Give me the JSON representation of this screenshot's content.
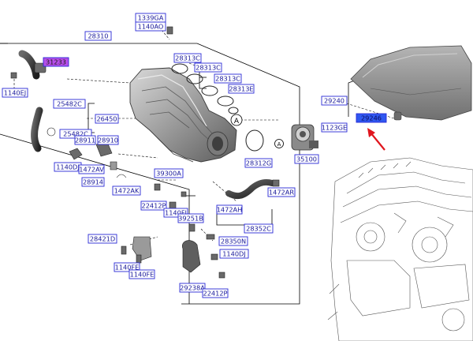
{
  "diagram": {
    "parts": [
      {
        "key": "1339ga",
        "label": "1339GA"
      },
      {
        "key": "1140ao",
        "label": "1140AO"
      },
      {
        "key": "28310",
        "label": "28310"
      },
      {
        "key": "31233",
        "label": "31233"
      },
      {
        "key": "1140ej",
        "label": "1140EJ"
      },
      {
        "key": "25482c-top",
        "label": "25482C"
      },
      {
        "key": "26450",
        "label": "26450"
      },
      {
        "key": "25482c-bottom",
        "label": "25482C"
      },
      {
        "key": "28313c-1",
        "label": "28313C"
      },
      {
        "key": "28313c-2",
        "label": "28313C"
      },
      {
        "key": "28313c-3",
        "label": "28313C"
      },
      {
        "key": "28313e",
        "label": "28313E"
      },
      {
        "key": "29240",
        "label": "29240"
      },
      {
        "key": "29246",
        "label": "29246"
      },
      {
        "key": "1123ge",
        "label": "1123GE"
      },
      {
        "key": "28911",
        "label": "28911"
      },
      {
        "key": "28910",
        "label": "28910"
      },
      {
        "key": "1140dj-left",
        "label": "1140DJ"
      },
      {
        "key": "1472av",
        "label": "1472AV"
      },
      {
        "key": "28914",
        "label": "28914"
      },
      {
        "key": "1472ak",
        "label": "1472AK"
      },
      {
        "key": "28312g",
        "label": "28312G"
      },
      {
        "key": "35100",
        "label": "35100"
      },
      {
        "key": "39300a",
        "label": "39300A"
      },
      {
        "key": "22412p-left",
        "label": "22412P"
      },
      {
        "key": "1140fj",
        "label": "1140FJ"
      },
      {
        "key": "39251b",
        "label": "39251B"
      },
      {
        "key": "1472ah",
        "label": "1472AH"
      },
      {
        "key": "1472ar",
        "label": "1472AR"
      },
      {
        "key": "28352c",
        "label": "28352C"
      },
      {
        "key": "28421d",
        "label": "28421D"
      },
      {
        "key": "28350n",
        "label": "28350N"
      },
      {
        "key": "1140dj-right",
        "label": "1140DJ"
      },
      {
        "key": "1140fe-1",
        "label": "1140FE"
      },
      {
        "key": "1140fe-2",
        "label": "1140FE"
      },
      {
        "key": "29238a",
        "label": "29238A"
      },
      {
        "key": "22412p-right",
        "label": "22412P"
      }
    ],
    "view_markers": {
      "a_main": "A",
      "a_small": "A"
    },
    "colors": {
      "label_border": "#2a2ad6",
      "label_text": "#1a1a9a",
      "label_bg": "#ffffff",
      "highlight_purple": "#b64ee8",
      "highlight_blue": "#2f58f0",
      "arrow": "#e0161e",
      "line": "#000000"
    }
  }
}
